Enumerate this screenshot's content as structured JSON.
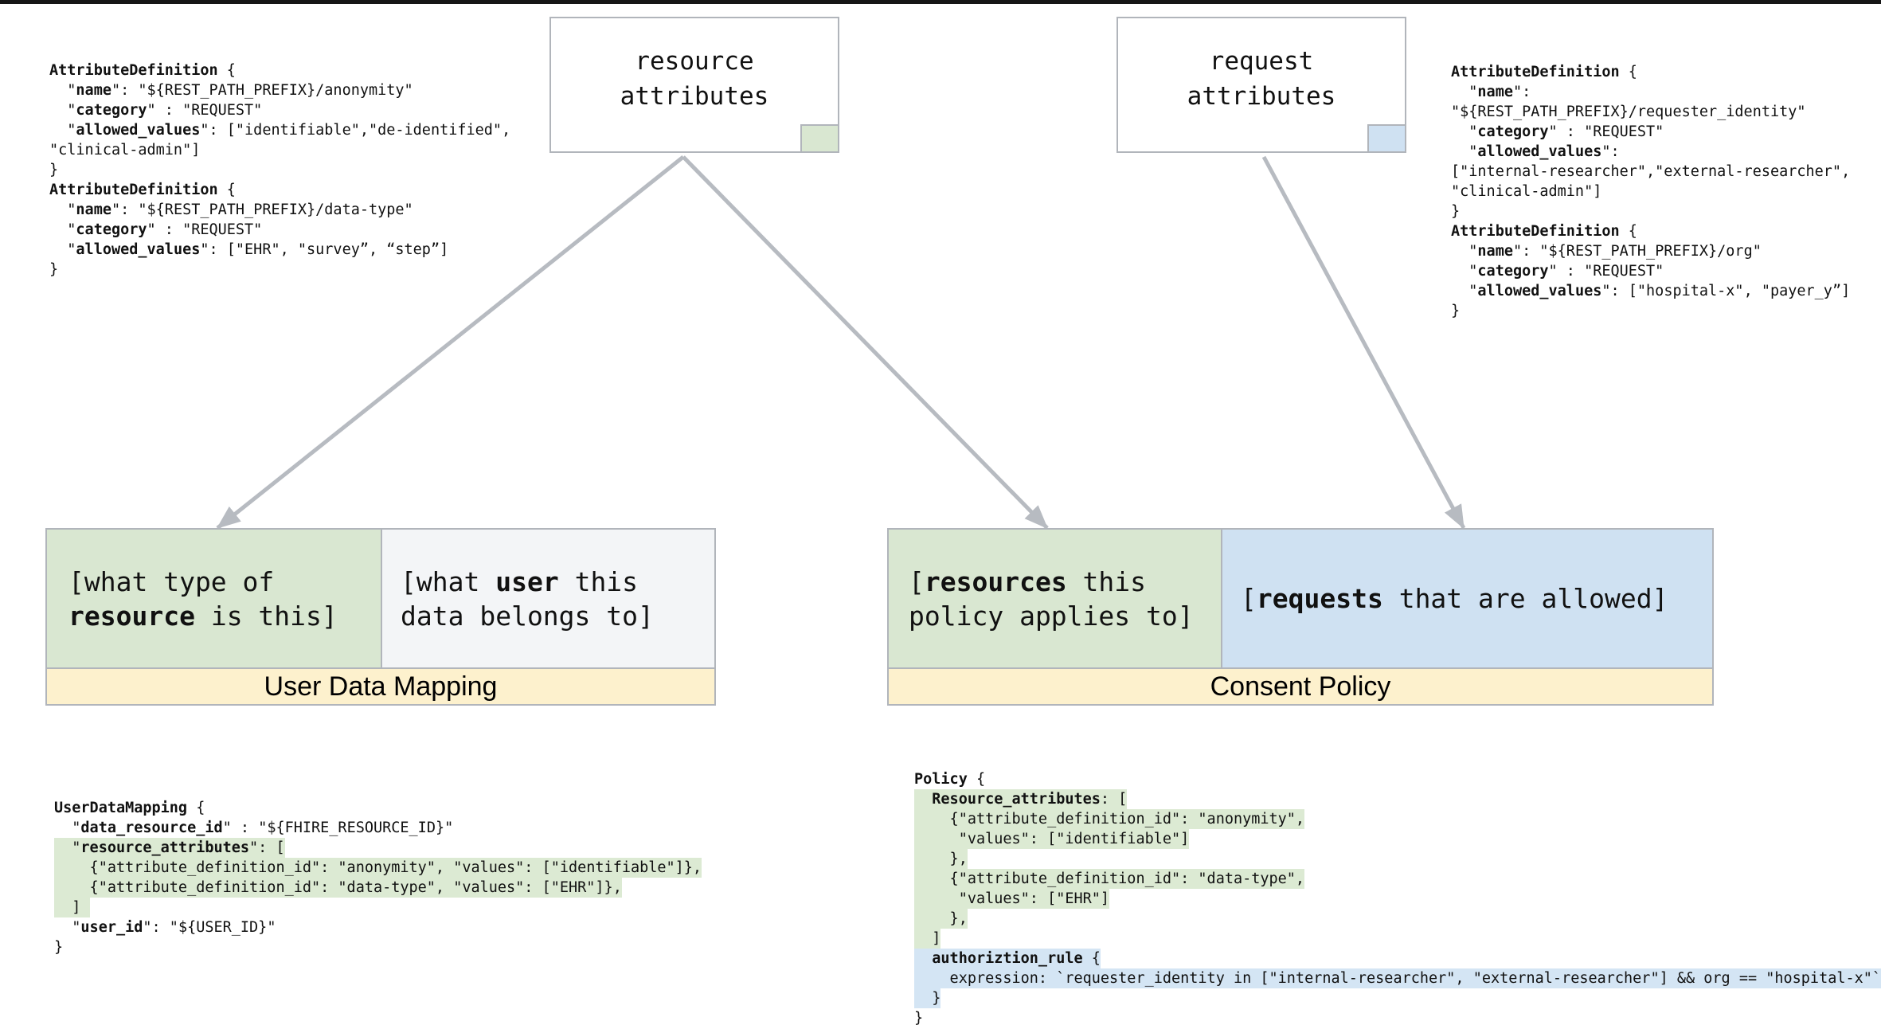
{
  "colors": {
    "top_bar": "#161616",
    "border": "#b1b5bb",
    "arrow": "#b7bbc1",
    "green": "#d9e7d1",
    "blue": "#cfe1f2",
    "yellow": "#fdf1cd",
    "light": "#f3f5f7",
    "hl_green": "#dcead3",
    "hl_blue": "#d4e5f4"
  },
  "boxes": {
    "resource": {
      "lines": [
        {
          "seg": [
            [
              "r",
              "resource"
            ]
          ]
        },
        {
          "seg": [
            [
              "r",
              "attributes"
            ]
          ]
        }
      ]
    },
    "request": {
      "lines": [
        {
          "seg": [
            [
              "r",
              "request"
            ]
          ]
        },
        {
          "seg": [
            [
              "r",
              "attributes"
            ]
          ]
        }
      ]
    }
  },
  "tables": {
    "user_data_mapping": {
      "label": "User Data Mapping",
      "left_cell": {
        "lines": [
          {
            "seg": [
              [
                "r",
                "[what type of"
              ]
            ]
          },
          {
            "seg": [
              [
                "b",
                "resource"
              ],
              [
                "r",
                " is this]"
              ]
            ]
          }
        ]
      },
      "right_cell": {
        "lines": [
          {
            "seg": [
              [
                "r",
                "[what "
              ],
              [
                "b",
                "user"
              ],
              [
                "r",
                " this"
              ]
            ]
          },
          {
            "seg": [
              [
                "r",
                "data belongs to]"
              ]
            ]
          }
        ]
      }
    },
    "consent_policy": {
      "label": "Consent Policy",
      "left_cell": {
        "lines": [
          {
            "seg": [
              [
                "r",
                "["
              ],
              [
                "b",
                "resources"
              ],
              [
                "r",
                " this"
              ]
            ]
          },
          {
            "seg": [
              [
                "r",
                "policy applies to]"
              ]
            ]
          }
        ]
      },
      "right_cell": {
        "lines": [
          {
            "seg": [
              [
                "r",
                "["
              ],
              [
                "b",
                "requests"
              ],
              [
                "r",
                " that are allowed]"
              ]
            ]
          }
        ]
      }
    }
  },
  "code": {
    "attr_defs_left": {
      "lines": [
        {
          "seg": [
            [
              "b",
              "AttributeDefinition"
            ],
            [
              "r",
              " {"
            ]
          ]
        },
        {
          "seg": [
            [
              "r",
              "  \""
            ],
            [
              "b",
              "name"
            ],
            [
              "r",
              "\": \"${REST_PATH_PREFIX}/anonymity\""
            ]
          ]
        },
        {
          "seg": [
            [
              "r",
              "  \""
            ],
            [
              "b",
              "category"
            ],
            [
              "r",
              "\" : \"REQUEST\""
            ]
          ]
        },
        {
          "seg": [
            [
              "r",
              "  \""
            ],
            [
              "b",
              "allowed_values"
            ],
            [
              "r",
              "\": [\"identifiable\",\"de-identified\","
            ]
          ]
        },
        {
          "seg": [
            [
              "r",
              "\"clinical-admin\"]"
            ]
          ]
        },
        {
          "seg": [
            [
              "r",
              "}"
            ]
          ]
        },
        {
          "seg": [
            [
              "b",
              "AttributeDefinition"
            ],
            [
              "r",
              " {"
            ]
          ]
        },
        {
          "seg": [
            [
              "r",
              "  \""
            ],
            [
              "b",
              "name"
            ],
            [
              "r",
              "\": \"${REST_PATH_PREFIX}/data-type\""
            ]
          ]
        },
        {
          "seg": [
            [
              "r",
              "  \""
            ],
            [
              "b",
              "category"
            ],
            [
              "r",
              "\" : \"REQUEST\""
            ]
          ]
        },
        {
          "seg": [
            [
              "r",
              "  \""
            ],
            [
              "b",
              "allowed_values"
            ],
            [
              "r",
              "\": [\"EHR\", \"survey”, “step”]"
            ]
          ]
        },
        {
          "seg": [
            [
              "r",
              "}"
            ]
          ]
        }
      ]
    },
    "attr_defs_right": {
      "lines": [
        {
          "seg": [
            [
              "b",
              "AttributeDefinition"
            ],
            [
              "r",
              " {"
            ]
          ]
        },
        {
          "seg": [
            [
              "r",
              "  \""
            ],
            [
              "b",
              "name"
            ],
            [
              "r",
              "\":"
            ]
          ]
        },
        {
          "seg": [
            [
              "r",
              "\"${REST_PATH_PREFIX}/requester_identity\""
            ]
          ]
        },
        {
          "seg": [
            [
              "r",
              "  \""
            ],
            [
              "b",
              "category"
            ],
            [
              "r",
              "\" : \"REQUEST\""
            ]
          ]
        },
        {
          "seg": [
            [
              "r",
              "  \""
            ],
            [
              "b",
              "allowed_values"
            ],
            [
              "r",
              "\":"
            ]
          ]
        },
        {
          "seg": [
            [
              "r",
              "[\"internal-researcher\",\"external-researcher\","
            ]
          ]
        },
        {
          "seg": [
            [
              "r",
              "\"clinical-admin\"]"
            ]
          ]
        },
        {
          "seg": [
            [
              "r",
              "}"
            ]
          ]
        },
        {
          "seg": [
            [
              "b",
              "AttributeDefinition"
            ],
            [
              "r",
              " {"
            ]
          ]
        },
        {
          "seg": [
            [
              "r",
              "  \""
            ],
            [
              "b",
              "name"
            ],
            [
              "r",
              "\": \"${REST_PATH_PREFIX}/org\""
            ]
          ]
        },
        {
          "seg": [
            [
              "r",
              "  \""
            ],
            [
              "b",
              "category"
            ],
            [
              "r",
              "\" : \"REQUEST\""
            ]
          ]
        },
        {
          "seg": [
            [
              "r",
              "  \""
            ],
            [
              "b",
              "allowed_values"
            ],
            [
              "r",
              "\": [\"hospital-x\", \"payer_y”]"
            ]
          ]
        },
        {
          "seg": [
            [
              "r",
              "}"
            ]
          ]
        }
      ]
    },
    "user_data_mapping": {
      "lines": [
        {
          "seg": [
            [
              "b",
              "UserDataMapping"
            ],
            [
              "r",
              " {"
            ]
          ]
        },
        {
          "seg": [
            [
              "r",
              "  \""
            ],
            [
              "b",
              "data_resource_id"
            ],
            [
              "r",
              "\" : \"${FHIRE_RESOURCE_ID}\""
            ]
          ]
        },
        {
          "hl": "g",
          "seg": [
            [
              "r",
              "  \""
            ],
            [
              "b",
              "resource_attributes"
            ],
            [
              "r",
              "\": ["
            ]
          ]
        },
        {
          "hl": "g",
          "seg": [
            [
              "r",
              "    {\"attribute_definition_id\": \"anonymity\", \"values\": [\"identifiable\"]},"
            ]
          ]
        },
        {
          "hl": "g",
          "seg": [
            [
              "r",
              "    {\"attribute_definition_id\": \"data-type\", \"values\": [\"EHR\"]},"
            ]
          ]
        },
        {
          "hl": "g",
          "seg": [
            [
              "r",
              "  ] "
            ]
          ]
        },
        {
          "seg": [
            [
              "r",
              "  \""
            ],
            [
              "b",
              "user_id"
            ],
            [
              "r",
              "\": \"${USER_ID}\""
            ]
          ]
        },
        {
          "seg": [
            [
              "r",
              "}"
            ]
          ]
        }
      ]
    },
    "policy": {
      "lines": [
        {
          "seg": [
            [
              "b",
              "Policy"
            ],
            [
              "r",
              " {"
            ]
          ]
        },
        {
          "hl": "g",
          "seg": [
            [
              "r",
              "  "
            ],
            [
              "b",
              "Resource_attributes"
            ],
            [
              "r",
              ": ["
            ]
          ]
        },
        {
          "hl": "g",
          "seg": [
            [
              "r",
              "    {\"attribute_definition_id\": \"anonymity\","
            ]
          ]
        },
        {
          "hl": "g",
          "seg": [
            [
              "r",
              "     \"values\": [\"identifiable\"]"
            ]
          ]
        },
        {
          "hl": "g",
          "seg": [
            [
              "r",
              "    },"
            ]
          ]
        },
        {
          "hl": "g",
          "seg": [
            [
              "r",
              "    {\"attribute_definition_id\": \"data-type\","
            ]
          ]
        },
        {
          "hl": "g",
          "seg": [
            [
              "r",
              "     \"values\": [\"EHR\"]"
            ]
          ]
        },
        {
          "hl": "g",
          "seg": [
            [
              "r",
              "    },"
            ]
          ]
        },
        {
          "hl": "g",
          "seg": [
            [
              "r",
              "  ]"
            ]
          ]
        },
        {
          "hl": "b",
          "seg": [
            [
              "r",
              "  "
            ],
            [
              "b",
              "authoriztion_rule"
            ],
            [
              "r",
              " {"
            ]
          ]
        },
        {
          "hl": "b",
          "seg": [
            [
              "r",
              "    expression: `requester_identity in [\"internal-researcher\", \"external-researcher\"] && org == \"hospital-x\"`"
            ]
          ]
        },
        {
          "hl": "b",
          "seg": [
            [
              "r",
              "  }"
            ]
          ]
        },
        {
          "seg": [
            [
              "r",
              "}"
            ]
          ]
        }
      ]
    }
  }
}
